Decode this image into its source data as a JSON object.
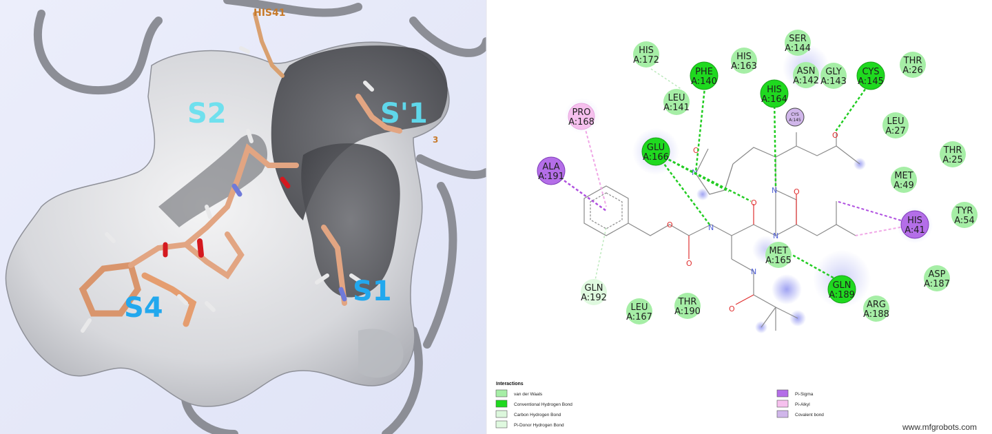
{
  "left_panel": {
    "site_labels": [
      {
        "id": "s2",
        "text": "S2",
        "color": "#6fe0ee"
      },
      {
        "id": "s1p",
        "text": "S'1",
        "color": "#5fd7ea"
      },
      {
        "id": "s1",
        "text": "S1",
        "color": "#22a8ee"
      },
      {
        "id": "s4",
        "text": "S4",
        "color": "#22a8ee"
      }
    ],
    "residue_label": {
      "text": "HIS41",
      "color": "#c77a2a"
    },
    "partial_label": "3"
  },
  "residues": [
    {
      "id": "his172",
      "line1": "HIS",
      "line2": "A:172",
      "type": "vdw"
    },
    {
      "id": "his163",
      "line1": "HIS",
      "line2": "A:163",
      "type": "vdw"
    },
    {
      "id": "ser144",
      "line1": "SER",
      "line2": "A:144",
      "type": "vdw"
    },
    {
      "id": "asn142",
      "line1": "ASN",
      "line2": "A:142",
      "type": "vdw"
    },
    {
      "id": "gly143",
      "line1": "GLY",
      "line2": "A:143",
      "type": "vdw"
    },
    {
      "id": "cys145",
      "line1": "CYS",
      "line2": "A:145",
      "type": "hbond"
    },
    {
      "id": "thr26",
      "line1": "THR",
      "line2": "A:26",
      "type": "vdw"
    },
    {
      "id": "phe140",
      "line1": "PHE",
      "line2": "A:140",
      "type": "hbond"
    },
    {
      "id": "leu141",
      "line1": "LEU",
      "line2": "A:141",
      "type": "vdw"
    },
    {
      "id": "his164",
      "line1": "HIS",
      "line2": "A:164",
      "type": "hbond"
    },
    {
      "id": "pro168",
      "line1": "PRO",
      "line2": "A:168",
      "type": "pialkyl"
    },
    {
      "id": "leu27",
      "line1": "LEU",
      "line2": "A:27",
      "type": "vdw"
    },
    {
      "id": "glu166",
      "line1": "GLU",
      "line2": "A:166",
      "type": "hbond"
    },
    {
      "id": "thr25",
      "line1": "THR",
      "line2": "A:25",
      "type": "vdw"
    },
    {
      "id": "ala191",
      "line1": "ALA",
      "line2": "A:191",
      "type": "pisigma"
    },
    {
      "id": "met49",
      "line1": "MET",
      "line2": "A:49",
      "type": "vdw"
    },
    {
      "id": "tyr54",
      "line1": "TYR",
      "line2": "A:54",
      "type": "vdw"
    },
    {
      "id": "his41",
      "line1": "HIS",
      "line2": "A:41",
      "type": "pisigma"
    },
    {
      "id": "met165",
      "line1": "MET",
      "line2": "A:165",
      "type": "vdw"
    },
    {
      "id": "asp187",
      "line1": "ASP",
      "line2": "A:187",
      "type": "vdw"
    },
    {
      "id": "gln192",
      "line1": "GLN",
      "line2": "A:192",
      "type": "pidonor"
    },
    {
      "id": "gln189",
      "line1": "GLN",
      "line2": "A:189",
      "type": "hbond"
    },
    {
      "id": "leu167",
      "line1": "LEU",
      "line2": "A:167",
      "type": "vdw"
    },
    {
      "id": "thr190",
      "line1": "THR",
      "line2": "A:190",
      "type": "vdw"
    },
    {
      "id": "arg188",
      "line1": "ARG",
      "line2": "A:188",
      "type": "vdw"
    }
  ],
  "covalent_residue": {
    "line1": "CYS",
    "line2": "A:145"
  },
  "interaction_colors": {
    "vdw": "#a6eea6",
    "hbond": "#1fd91f",
    "chbond": "#dcf7dc",
    "pidonor": "#dff9df",
    "pisigma": "#b46ee8",
    "pialkyl": "#f6c0ee",
    "covalent": "#d0b6ea"
  },
  "atom_labels": {
    "oxygen": "O",
    "nitrogen": "N"
  },
  "legend": {
    "title": "Interactions",
    "items": [
      {
        "label": "van der Waals",
        "color": "#a6eea6"
      },
      {
        "label": "Conventional Hydrogen Bond",
        "color": "#1fd91f"
      },
      {
        "label": "Carbon Hydrogen Bond",
        "color": "#dcf7dc"
      },
      {
        "label": "Pi-Donor Hydrogen Bond",
        "color": "#dff9df"
      },
      {
        "label": "Pi-Sigma",
        "color": "#b46ee8"
      },
      {
        "label": "Pi-Alkyl",
        "color": "#f6c0ee"
      },
      {
        "label": "Covalent bond",
        "color": "#d0b6ea"
      }
    ]
  },
  "watermark": "www.mfgrobots.com"
}
